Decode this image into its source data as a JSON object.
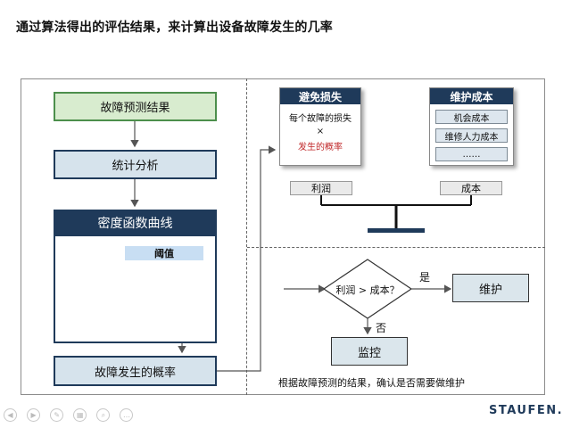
{
  "title": "通过算法得出的评估结果，来计算出设备故障发生的几率",
  "left_flow": {
    "prediction_result": "故障预测结果",
    "statistical_analysis": "统计分析",
    "density_curve": "密度函数曲线",
    "threshold": "阈值",
    "failure_probability": "故障发生的概率"
  },
  "balance": {
    "avoid_loss": {
      "header": "避免损失",
      "line1": "每个故障的损失",
      "times": "×",
      "line2": "发生的概率",
      "label": "利润"
    },
    "maintenance_cost": {
      "header": "维护成本",
      "items": [
        "机会成本",
        "维修人力成本",
        "……"
      ],
      "label": "成本"
    }
  },
  "decision": {
    "condition": "利润 > 成本？",
    "yes": "是",
    "no": "否",
    "yes_action": "维护",
    "no_action": "监控"
  },
  "caption": "根据故障预测的结果，确认是否需要做维护",
  "brand": "STAUFEN.",
  "colors": {
    "navy": "#1f3a5a",
    "green_fill": "#d8eccf",
    "blue_fill": "#d6e3ec",
    "threshold_fill": "#c8def3",
    "alert_red": "#c0282a"
  }
}
